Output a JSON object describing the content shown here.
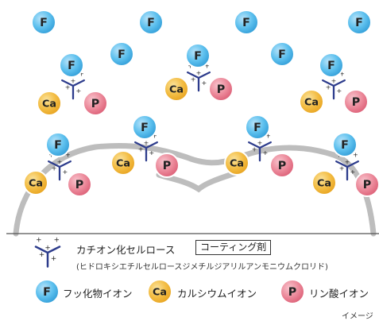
{
  "ions": {
    "fluoride": {
      "symbol": "F",
      "label": "フッ化物イオン",
      "color": "#45b3e8"
    },
    "calcium": {
      "symbol": "Ca",
      "label": "カルシウムイオン",
      "color": "#f2b83a"
    },
    "phosphate": {
      "symbol": "P",
      "label": "リン酸イオン",
      "color": "#e87185"
    }
  },
  "coating": {
    "name": "カチオン化セルロース",
    "badge": "コーティング剤",
    "chemical_name": "(ヒドロキシエチルセルロースジメチルジアリルアンモニウムクロリド)",
    "color": "#2d3c8c"
  },
  "tooth_outline_color": "#bdbdbd",
  "note": "イメージ"
}
